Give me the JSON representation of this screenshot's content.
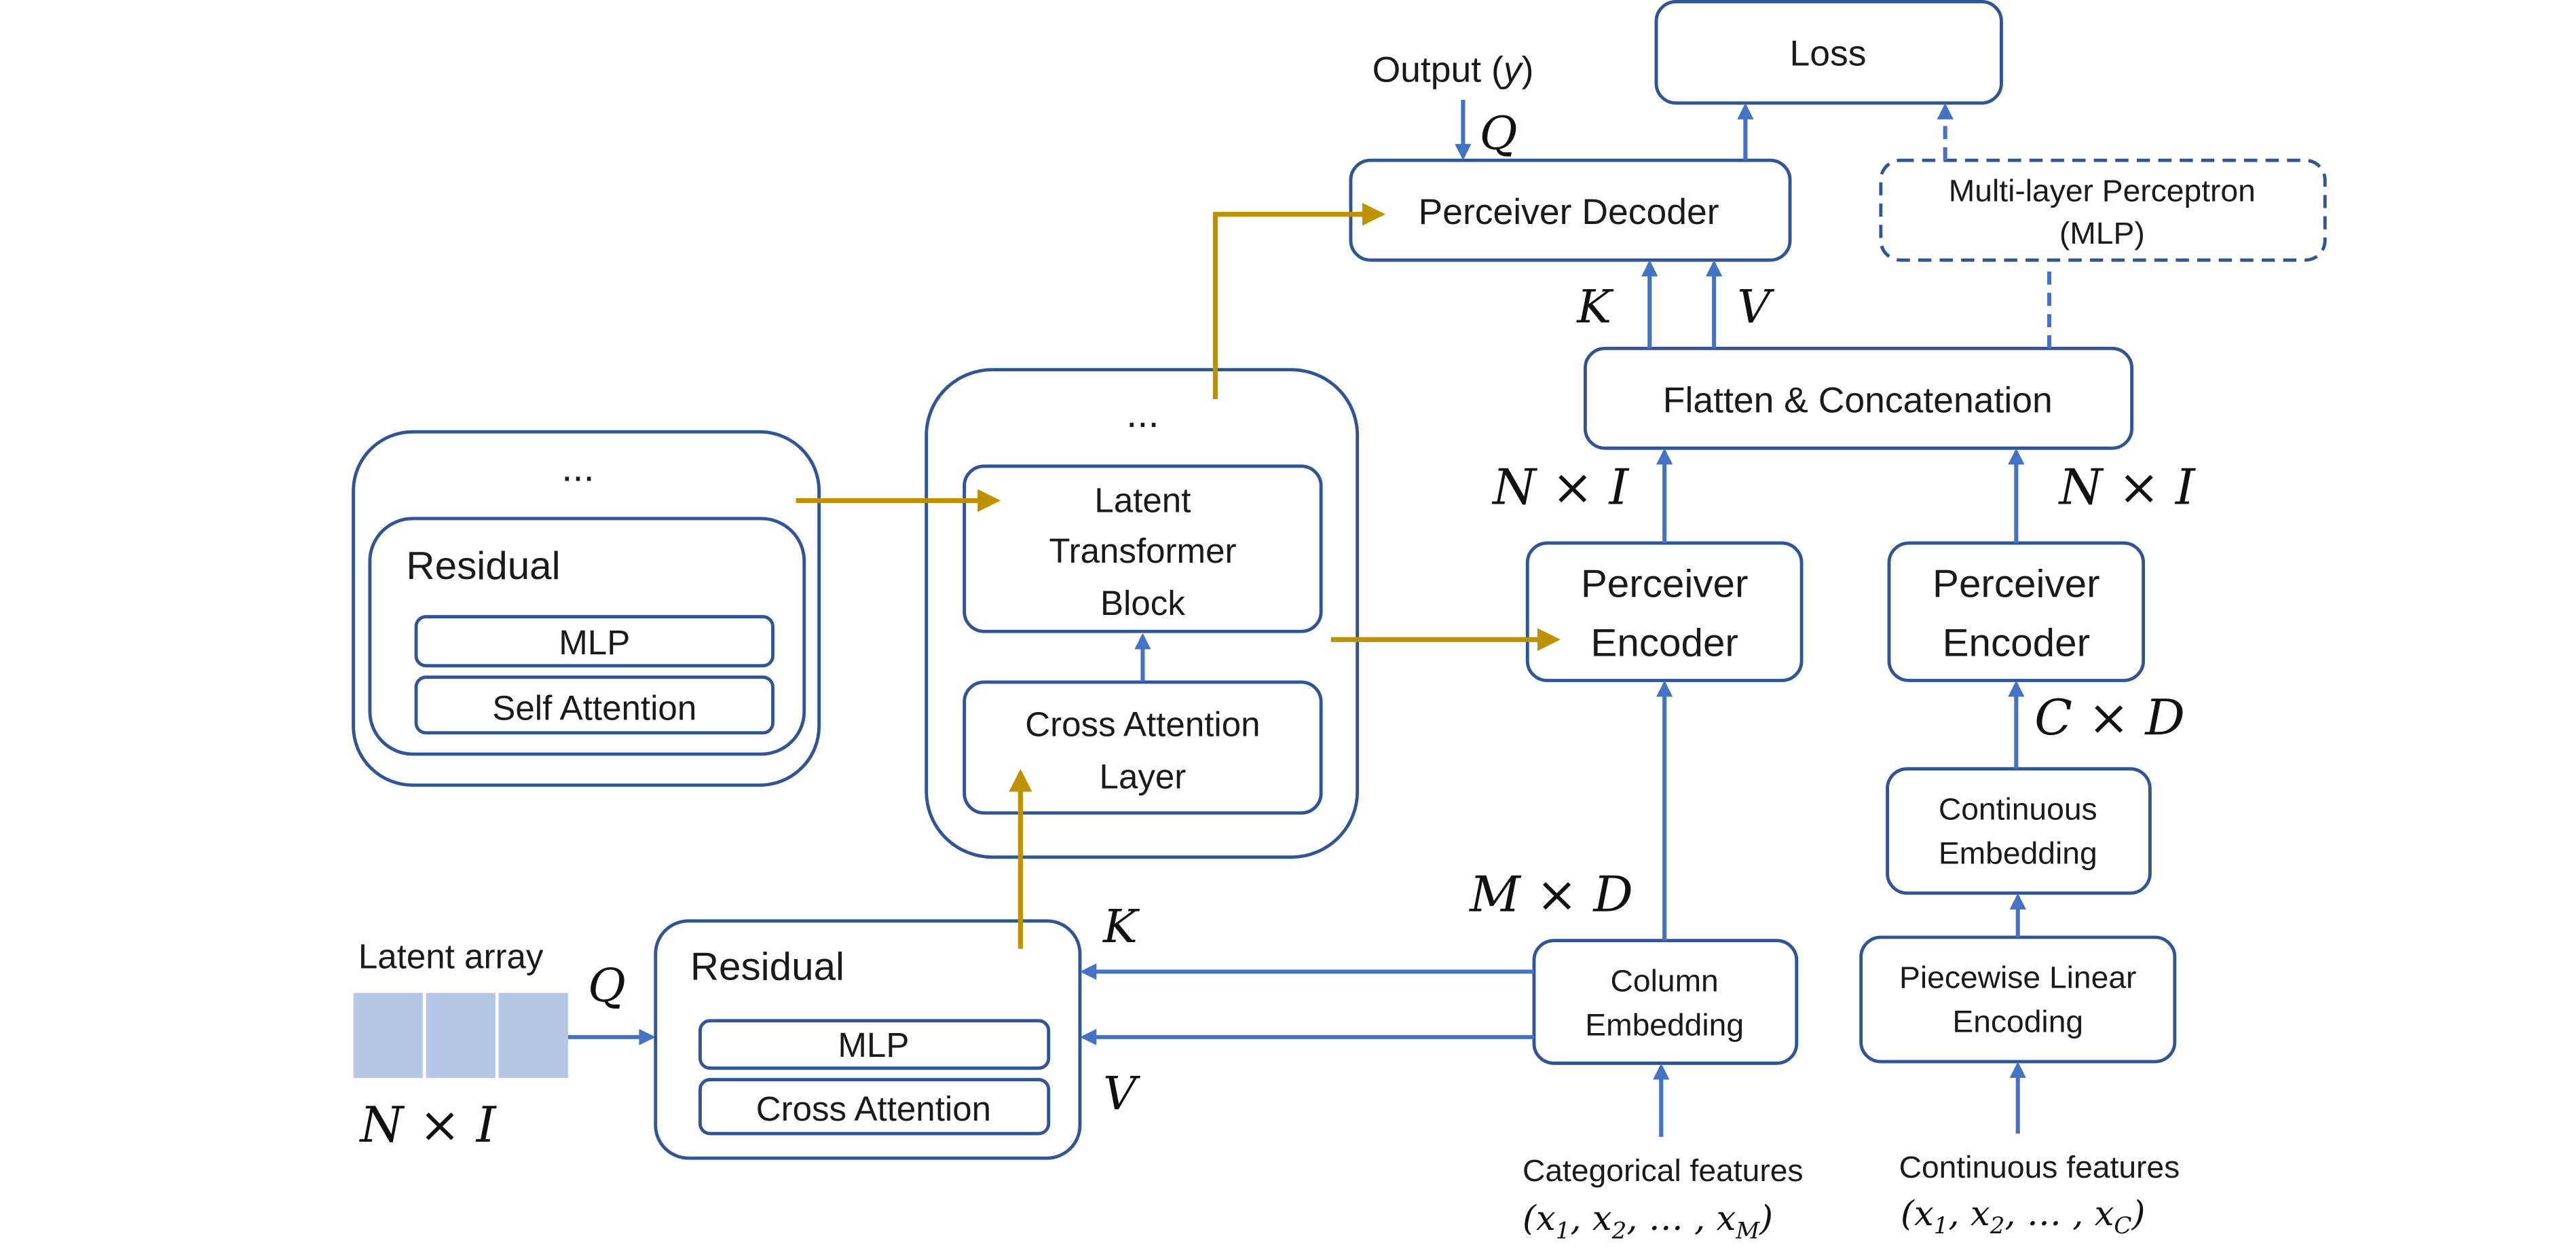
{
  "colors": {
    "box_border": "#2f5597",
    "arrow_blue": "#4472c4",
    "arrow_gold": "#bf9000",
    "latent_cell": "#b4c7e7"
  },
  "labels": {
    "loss": "Loss",
    "output": "Output (",
    "output_var": "y",
    "output_close": ")",
    "perceiver_decoder": "Perceiver Decoder",
    "mlp_head_line1": "Multi-layer Perceptron",
    "mlp_head_line2": "(MLP)",
    "flatten_concat": "Flatten & Concatenation",
    "ellipsis": "...",
    "latent_tb_line1": "Latent",
    "latent_tb_line2": "Transformer",
    "latent_tb_line3": "Block",
    "cross_attn_layer_line1": "Cross Attention",
    "cross_attn_layer_line2": "Layer",
    "residual": "Residual",
    "mlp": "MLP",
    "self_attention": "Self Attention",
    "cross_attention": "Cross Attention",
    "perceiver_encoder_line1": "Perceiver",
    "perceiver_encoder_line2": "Encoder",
    "column_emb_line1": "Column",
    "column_emb_line2": "Embedding",
    "continuous_emb_line1": "Continuous",
    "continuous_emb_line2": "Embedding",
    "piecewise_line1": "Piecewise Linear",
    "piecewise_line2": "Encoding",
    "latent_array": "Latent array",
    "categorical_features": "Categorical features",
    "categorical_tuple": "(x₁, x₂, … , x_M)",
    "continuous_features": "Continuous features",
    "continuous_tuple": "(x₁, x₂, … , x_C)"
  },
  "math": {
    "Q": "Q",
    "K": "K",
    "V": "V",
    "N_x_I": "N × I",
    "M_x_D": "M × D",
    "C_x_D": "C × D"
  }
}
